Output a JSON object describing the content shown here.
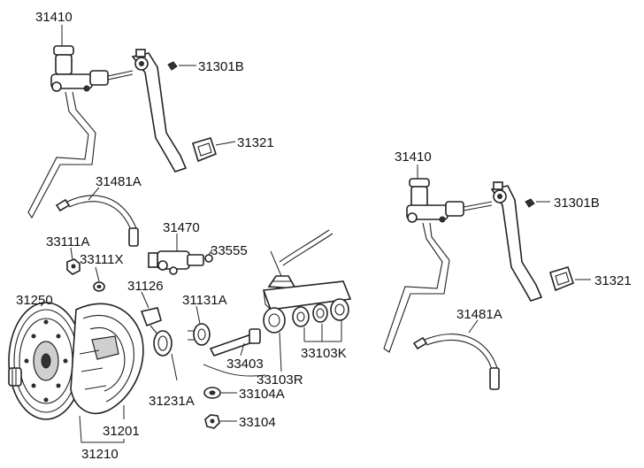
{
  "labels": {
    "l31410_a": "31410",
    "l31301B_a": "31301B",
    "l31321_a": "31321",
    "l31481A_a": "31481A",
    "l31470": "31470",
    "l33111A": "33111A",
    "l33111X": "33111X",
    "l33555": "33555",
    "l31126": "31126",
    "l31131A": "31131A",
    "l31250": "31250",
    "l33403": "33403",
    "l33103K": "33103K",
    "l33103R": "33103R",
    "l31231A": "31231A",
    "l33104A": "33104A",
    "l33104": "33104",
    "l31201": "31201",
    "l31210": "31210",
    "l31410_b": "31410",
    "l31301B_b": "31301B",
    "l31321_b": "31321",
    "l31481A_b": "31481A"
  }
}
